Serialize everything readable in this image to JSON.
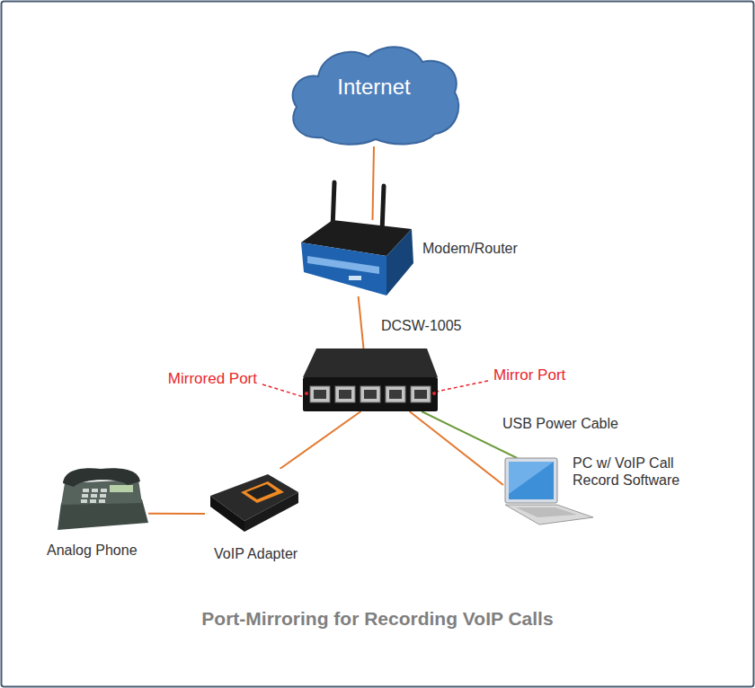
{
  "diagram": {
    "caption": "Port-Mirroring for Recording VoIP Calls",
    "nodes": [
      {
        "text": [
          "Internet"
        ]
      },
      {
        "text": [
          "Modem/Router"
        ]
      },
      {
        "text": [
          "DCSW-1005"
        ]
      },
      {
        "text": [
          "Analog Phone"
        ]
      },
      {
        "text": [
          "VoIP Adapter"
        ]
      },
      {
        "text": [
          "PC w/ VoIP Call Record Software"
        ]
      }
    ],
    "edges": [
      {
        "from": 0,
        "to": 1,
        "arrow": "none"
      },
      {
        "from": 1,
        "to": 2,
        "arrow": "none"
      },
      {
        "from": 2,
        "to": 4,
        "arrow": "none"
      },
      {
        "from": 4,
        "to": 3,
        "arrow": "none"
      },
      {
        "from": 2,
        "to": 5,
        "arrow": "none"
      },
      {
        "from": 2,
        "to": 5,
        "label": "USB Power Cable",
        "arrow": "none"
      }
    ],
    "labels": [
      "Mirrored Port",
      "Mirror Port"
    ]
  }
}
